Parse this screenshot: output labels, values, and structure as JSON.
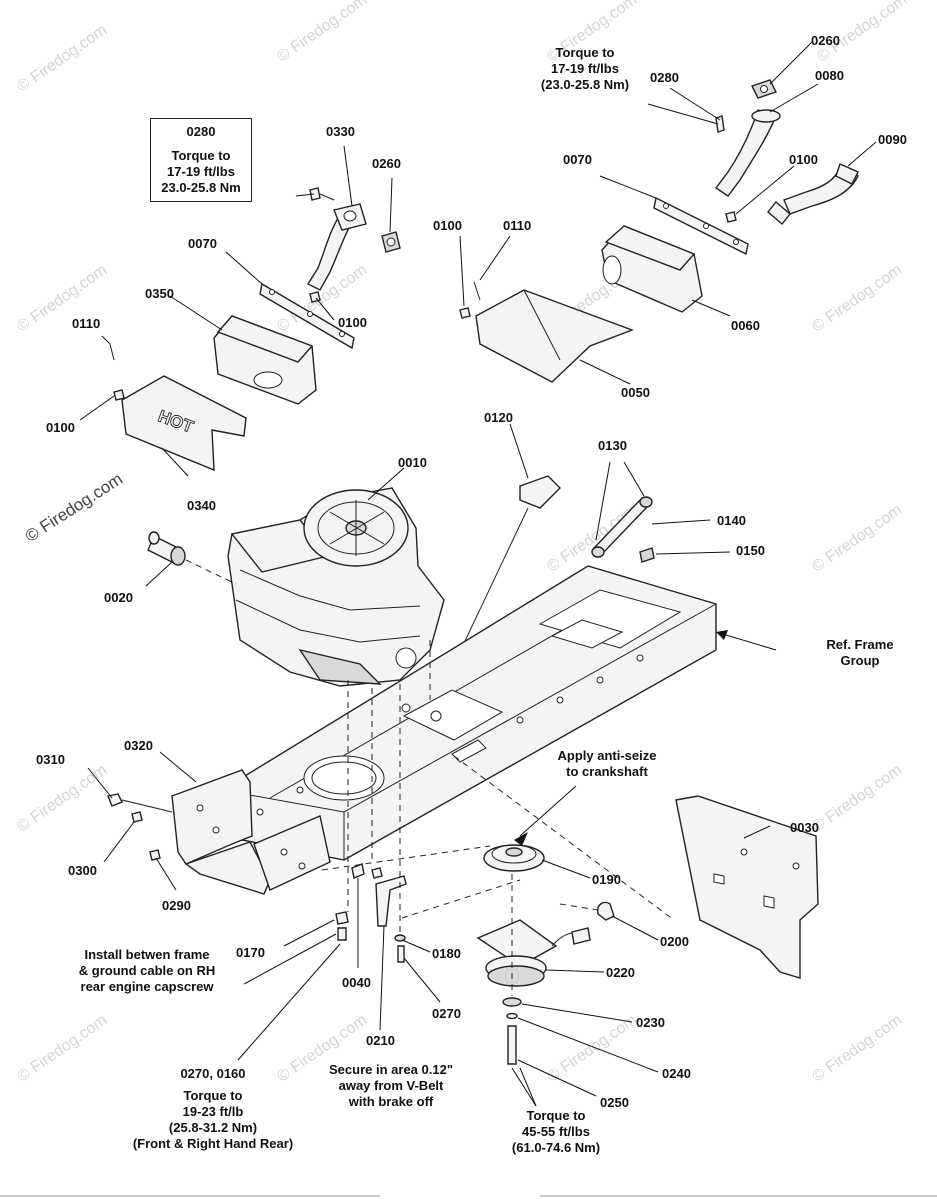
{
  "watermark": {
    "text": "© Firedog.com",
    "side_text": "© Firedog.com"
  },
  "callouts": {
    "c0010": "0010",
    "c0020": "0020",
    "c0030": "0030",
    "c0040": "0040",
    "c0050": "0050",
    "c0060": "0060",
    "c0070_left": "0070",
    "c0070_right": "0070",
    "c0080": "0080",
    "c0090": "0090",
    "c0100_a": "0100",
    "c0100_b": "0100",
    "c0100_c": "0100",
    "c0100_d": "0100",
    "c0110_left": "0110",
    "c0110_right": "0110",
    "c0120": "0120",
    "c0130": "0130",
    "c0140": "0140",
    "c0150": "0150",
    "c0170": "0170",
    "c0180": "0180",
    "c0190": "0190",
    "c0200": "0200",
    "c0210": "0210",
    "c0220": "0220",
    "c0230": "0230",
    "c0240": "0240",
    "c0250": "0250",
    "c0260_left": "0260",
    "c0260_right": "0260",
    "c0270": "0270",
    "c0280_right": "0280",
    "c0290": "0290",
    "c0300": "0300",
    "c0310": "0310",
    "c0320": "0320",
    "c0330": "0330",
    "c0340": "0340",
    "c0350": "0350"
  },
  "notes": {
    "torque_box_left": {
      "part": "0280",
      "line1": "Torque to",
      "line2": "17-19 ft/lbs",
      "line3": "23.0-25.8 Nm"
    },
    "torque_top_right": {
      "line1": "Torque to",
      "line2": "17-19 ft/lbs",
      "line3": "(23.0-25.8 Nm)"
    },
    "ref_frame": {
      "line1": "Ref. Frame",
      "line2": "Group"
    },
    "anti_seize": {
      "line1": "Apply anti-seize",
      "line2": "to crankshaft"
    },
    "ground_cable": {
      "line1": "Install betwen frame",
      "line2": "& ground cable on RH",
      "line3": "rear engine capscrew"
    },
    "torque_rear": {
      "parts": "0270, 0160",
      "line1": "Torque to",
      "line2": "19-23 ft/lb",
      "line3": "(25.8-31.2 Nm)",
      "line4": "(Front & Right Hand Rear)"
    },
    "secure_area": {
      "line1": "Secure in area 0.12\"",
      "line2": "away from V-Belt",
      "line3": "with brake off"
    },
    "torque_crank": {
      "line1": "Torque to",
      "line2": "45-55 ft/lbs",
      "line3": "(61.0-74.6 Nm)"
    }
  },
  "shield_text": "HOT"
}
